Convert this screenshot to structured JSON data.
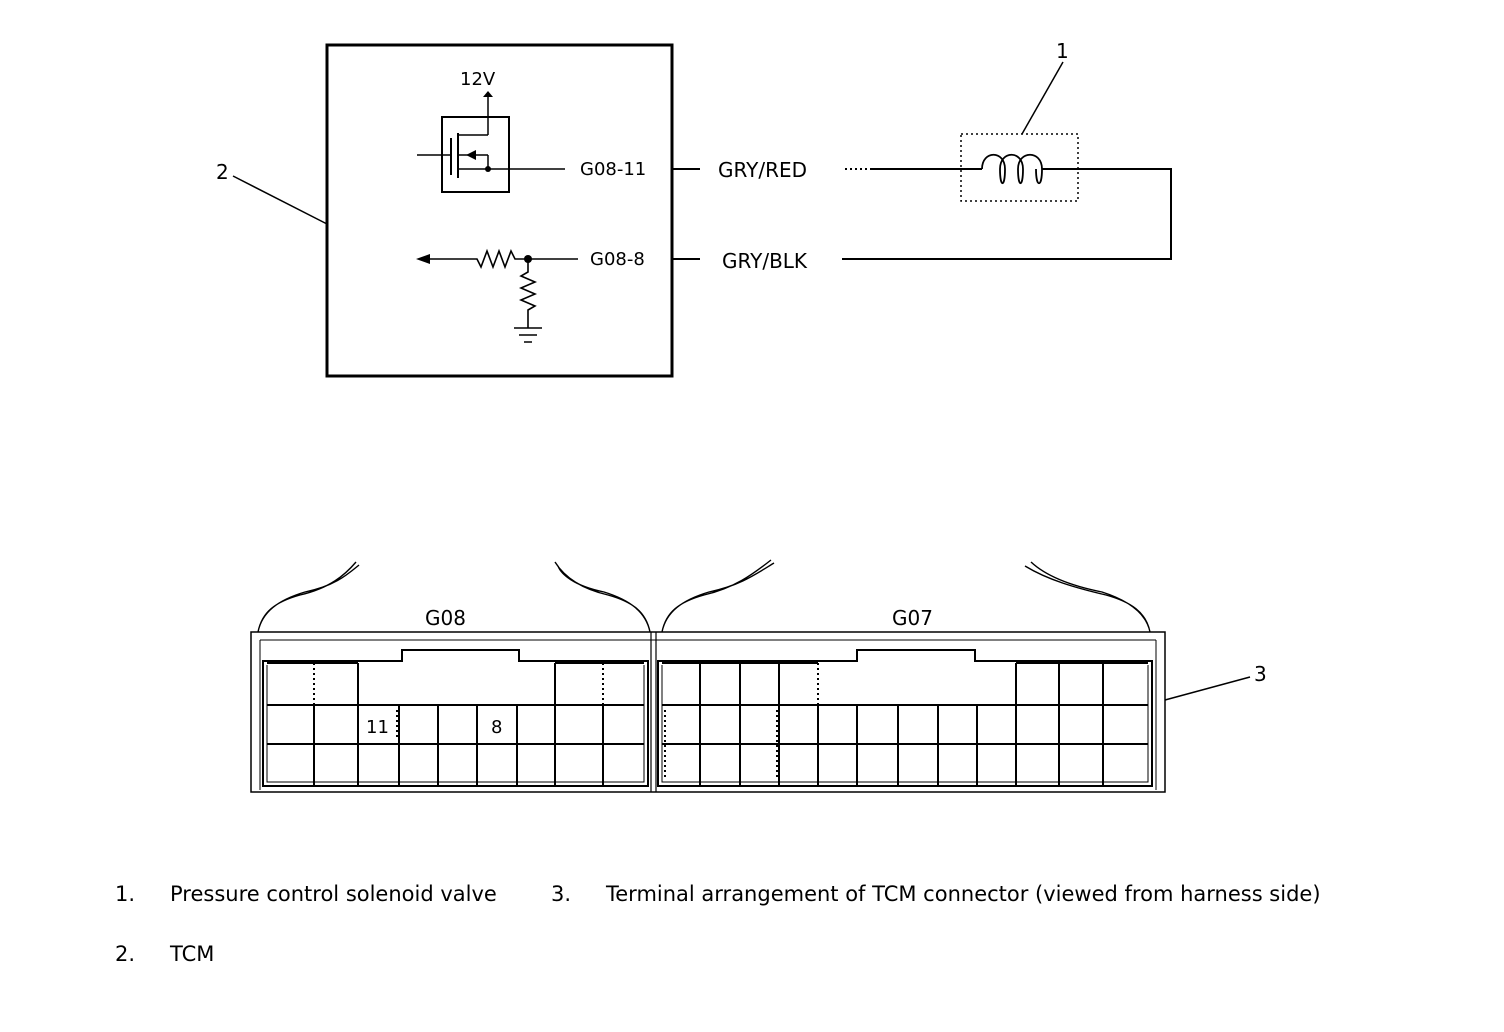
{
  "schematic": {
    "supply": "12V",
    "pin_drive": "G08-11",
    "pin_return": "G08-8",
    "wire_drive": "GRY/RED",
    "wire_return": "GRY/BLK",
    "callout_valve": "1",
    "callout_tcm": "2"
  },
  "connector": {
    "left_name": "G08",
    "right_name": "G07",
    "pin_a": "11",
    "pin_b": "8",
    "callout": "3"
  },
  "legend": [
    {
      "num": "1.",
      "text": "Pressure control solenoid valve"
    },
    {
      "num": "3.",
      "text": "Terminal arrangement of TCM connector (viewed from harness side)"
    },
    {
      "num": "2.",
      "text": "TCM"
    }
  ]
}
